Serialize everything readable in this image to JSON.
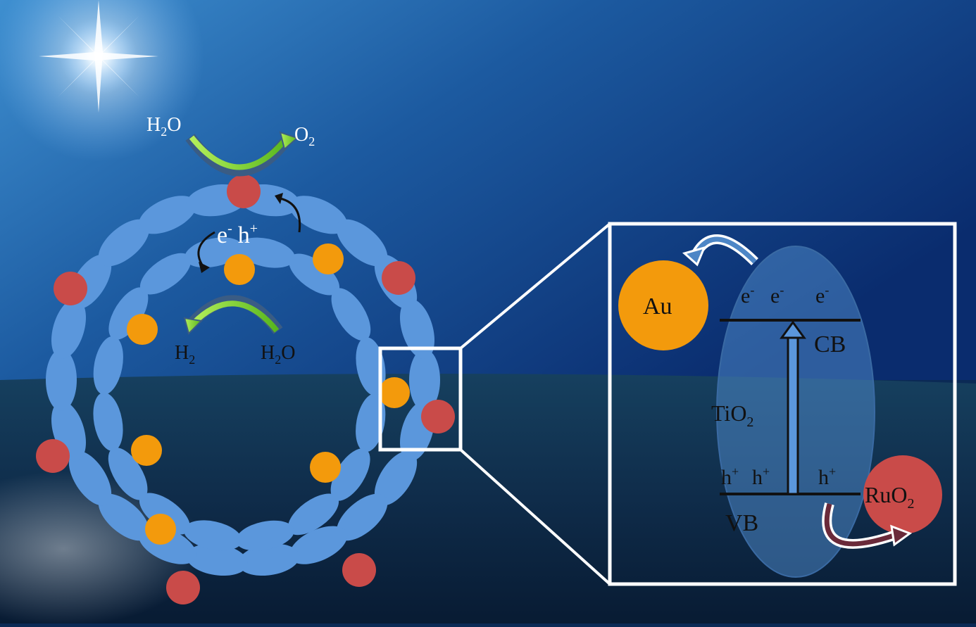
{
  "reaction_top": {
    "reactant": "H",
    "reactant_sub": "2",
    "reactant_tail": "O",
    "product": "O",
    "product_sub": "2"
  },
  "charges": {
    "electron": "e",
    "electron_sup": "-",
    "hole": "h",
    "hole_sup": "+"
  },
  "reaction_bottom": {
    "product": "H",
    "product_sub": "2",
    "reactant": "H",
    "reactant_sub": "2",
    "reactant_tail": "O"
  },
  "band_diagram": {
    "au_label": "Au",
    "ruo2_label": "RuO",
    "ruo2_sub": "2",
    "tio2_label": "TiO",
    "tio2_sub": "2",
    "cb_label": "CB",
    "vb_label": "VB",
    "electron": "e",
    "electron_sup": "-",
    "hole": "h",
    "hole_sup": "+"
  },
  "colors": {
    "segment": "#5b97dc",
    "au_particle": "#f39a0c",
    "ruo2_particle": "#c94b49",
    "arrow_green": "#7fd23a"
  }
}
